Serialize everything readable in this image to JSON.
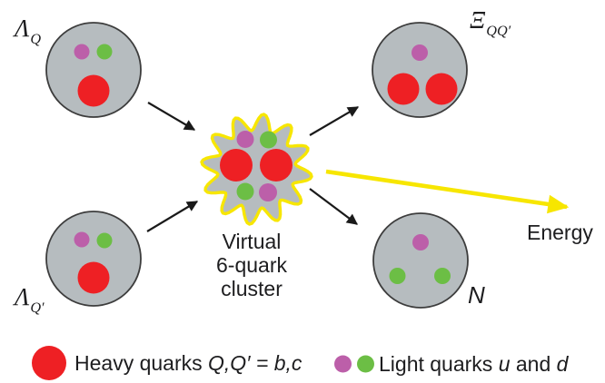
{
  "colors": {
    "background": "#ffffff",
    "nucleon_gray": "#b6bcbf",
    "nucleon_outline": "#3d3d3d",
    "heavy_quark_red": "#ee2024",
    "light_quark_green": "#6cbe45",
    "light_quark_purple": "#bc5fa9",
    "cluster_outline_yellow": "#f7e600",
    "energy_arrow_yellow": "#f7e600",
    "arrow_black": "#1a1a1a",
    "text": "#1d1d1f"
  },
  "particles": {
    "lambda_q": {
      "symbol": "Λ",
      "subscript": "Q"
    },
    "lambda_qprime": {
      "symbol": "Λ",
      "subscript": "Q′"
    },
    "xi_qqprime": {
      "symbol": "Ξ",
      "subscript": "QQ′"
    },
    "nucleon": {
      "symbol": "N"
    }
  },
  "cluster_label": {
    "line1": "Virtual",
    "line2": "6-quark",
    "line3": "cluster"
  },
  "energy_label": "Energy",
  "legend": {
    "heavy": {
      "prefix": "Heavy quarks ",
      "math": "Q,Q′ = b,c"
    },
    "light": {
      "prefix": "Light quarks ",
      "var1": "u",
      "conj": " and ",
      "var2": "d"
    }
  }
}
